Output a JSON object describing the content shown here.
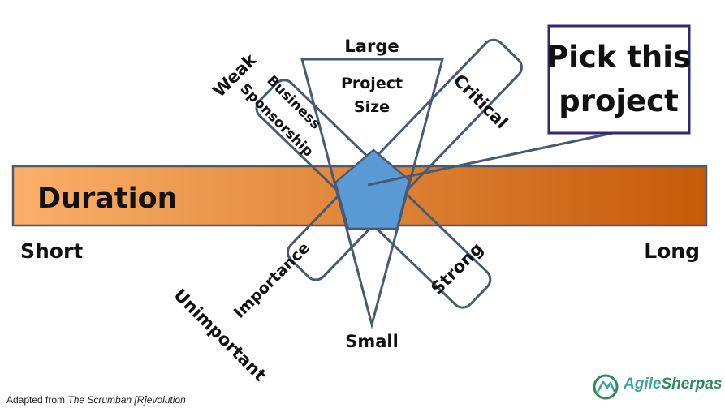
{
  "callout": {
    "line1": "Pick this",
    "line2": "project"
  },
  "duration_bar": {
    "label": "Duration",
    "low": "Short",
    "high": "Long"
  },
  "project_size": {
    "line1": "Project",
    "line2": "Size",
    "high": "Large",
    "low": "Small"
  },
  "sponsorship": {
    "line1": "Business",
    "line2": "Sponsorship",
    "low": "Weak",
    "high": "Strong"
  },
  "importance": {
    "label": "Importance",
    "low": "Unimportant",
    "high": "Critical"
  },
  "footer": {
    "prefix": "Adapted from ",
    "source": "The Scrumban [R]evolution"
  },
  "logo": {
    "part1": "Agile",
    "part2": "Sherpas"
  },
  "colors": {
    "bar_start": "#fbb06a",
    "bar_end": "#c55a08",
    "shape_stroke": "#4a5a72",
    "highlight": "#5b9bd5",
    "callout_border": "#2e2a78"
  }
}
